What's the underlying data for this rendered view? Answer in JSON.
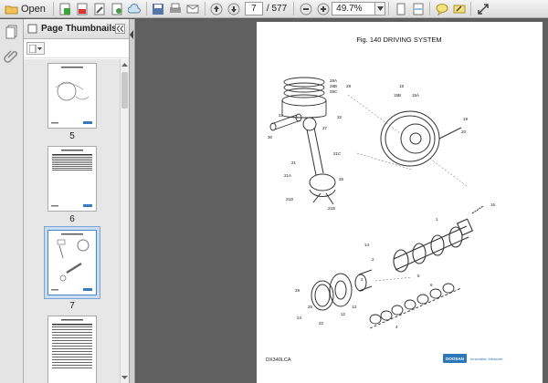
{
  "toolbar": {
    "open_label": "Open",
    "current_page": "7",
    "total_pages": "/ 577",
    "zoom": "49.7%"
  },
  "panel": {
    "title": "Page Thumbnails"
  },
  "thumbnails": [
    {
      "label": "5"
    },
    {
      "label": "6"
    },
    {
      "label": "7"
    },
    {
      "label": ""
    }
  ],
  "page": {
    "title": "Fig. 140 DRIVING SYSTEM",
    "model": "DX340LCA",
    "brand": "DOOSAN",
    "tagline": "Innovation Infracore",
    "callouts": [
      "28A",
      "28B",
      "28C",
      "28",
      "15",
      "15B",
      "15A",
      "31",
      "32",
      "30",
      "19",
      "20",
      "27",
      "21C",
      "21",
      "21A",
      "21D",
      "21B",
      "26",
      "16",
      "1",
      "14",
      "2",
      "3",
      "13",
      "12",
      "5",
      "6",
      "4",
      "29",
      "24",
      "22",
      "25"
    ]
  },
  "colors": {
    "accent_blue": "#2a78b8",
    "selected_thumb": "#c9dcf2"
  }
}
